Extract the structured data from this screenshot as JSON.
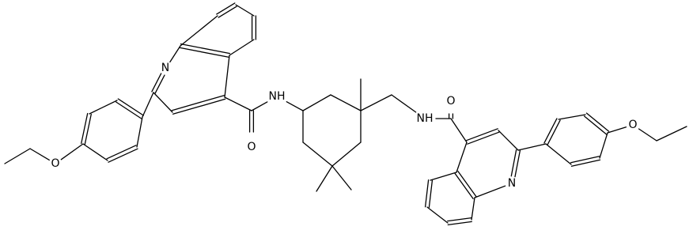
{
  "atoms": {
    "n_ring_left": "N",
    "o_ether_left": "O",
    "nh_amide_left": "NH",
    "o_amide_left": "O",
    "o_amide_right": "O",
    "nh_amide_right": "NH",
    "n_ring_right": "N",
    "o_ether_right": "O"
  },
  "colors": {
    "bond": "#000000",
    "label": "#000000",
    "background": "#ffffff"
  }
}
